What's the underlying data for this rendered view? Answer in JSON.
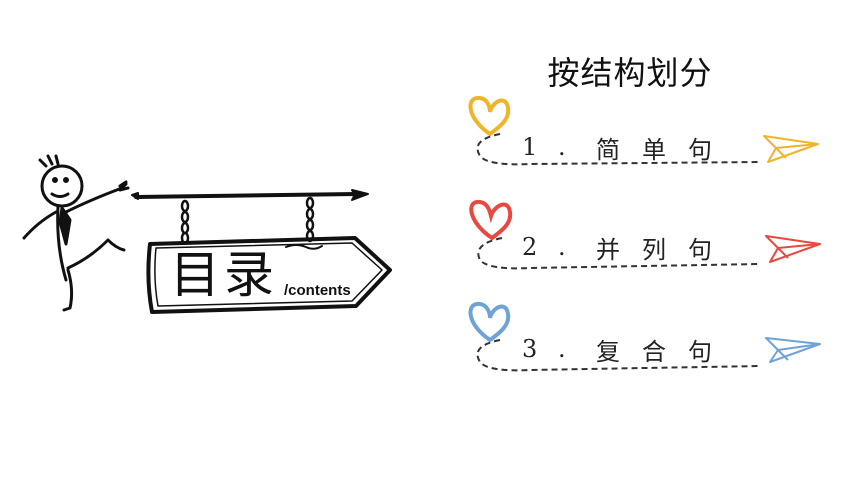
{
  "heading": "按结构划分",
  "sign": {
    "title": "目录",
    "subtitle": "/contents"
  },
  "items": [
    {
      "number": "1",
      "separator": ".",
      "text": "简单句",
      "heart_color": "#F0B429",
      "plane_color": "#F0B429"
    },
    {
      "number": "2",
      "separator": ".",
      "text": "并列句",
      "heart_color": "#E8483F",
      "plane_color": "#E8483F"
    },
    {
      "number": "3",
      "separator": ".",
      "text": "复合句",
      "heart_color": "#6FA3D8",
      "plane_color": "#6FA3D8"
    }
  ],
  "icons": [
    "stick-figure-icon",
    "signpost-icon",
    "heart-icon",
    "paper-plane-icon"
  ]
}
